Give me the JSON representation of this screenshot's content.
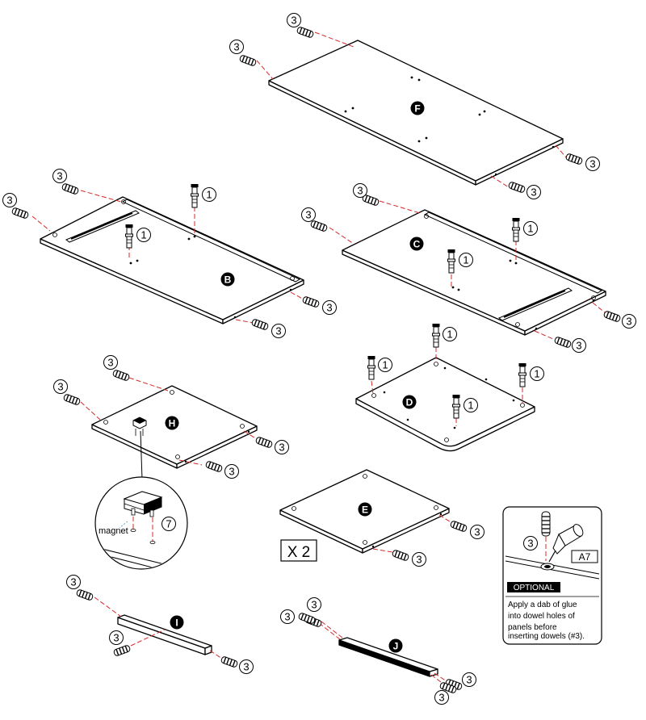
{
  "panels": {
    "F": "F",
    "B": "B",
    "C": "C",
    "D": "D",
    "E": "E",
    "H": "H",
    "I": "I",
    "J": "J"
  },
  "parts": {
    "dowel": "3",
    "cam_bolt": "1",
    "magnet_num": "7",
    "glue": "A7"
  },
  "labels": {
    "magnet": "magnet",
    "quantity": "X 2",
    "optional": "OPTIONAL",
    "instructions": [
      "Apply a dab of glue",
      "into dowel holes of",
      "panels before",
      "inserting dowels  (#3)."
    ]
  },
  "icons": {
    "dowel": "dowel-icon",
    "cam_bolt": "cam-bolt-icon",
    "magnet_catch": "magnet-catch-icon",
    "glue_bottle": "glue-bottle-icon"
  }
}
